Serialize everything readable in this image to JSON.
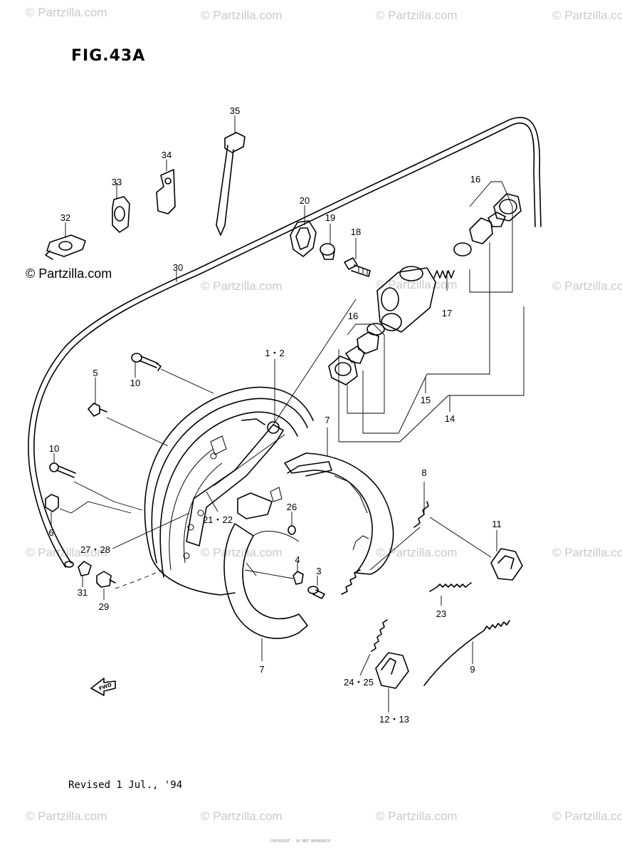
{
  "figure": {
    "title": "FIG.43A",
    "revised": "Revised 1 Jul., '94",
    "side_watermark": "© Partzilla.com",
    "bottom_copy": "COPYRIGHT · DO NOT REPRODUCE",
    "watermark_text": "© Partzilla.com",
    "fwd_label": "FWD"
  },
  "callouts": [
    {
      "id": "35",
      "text": "35"
    },
    {
      "id": "34",
      "text": "34"
    },
    {
      "id": "33",
      "text": "33"
    },
    {
      "id": "32",
      "text": "32"
    },
    {
      "id": "30",
      "text": "30"
    },
    {
      "id": "20",
      "text": "20"
    },
    {
      "id": "19",
      "text": "19"
    },
    {
      "id": "18",
      "text": "18"
    },
    {
      "id": "16a",
      "text": "16"
    },
    {
      "id": "17",
      "text": "17"
    },
    {
      "id": "16b",
      "text": "16"
    },
    {
      "id": "15",
      "text": "15"
    },
    {
      "id": "14",
      "text": "14"
    },
    {
      "id": "1-2",
      "text": "1・2"
    },
    {
      "id": "10a",
      "text": "10"
    },
    {
      "id": "5",
      "text": "5"
    },
    {
      "id": "10b",
      "text": "10"
    },
    {
      "id": "6",
      "text": "6"
    },
    {
      "id": "7a",
      "text": "7"
    },
    {
      "id": "8",
      "text": "8"
    },
    {
      "id": "11",
      "text": "11"
    },
    {
      "id": "21-22",
      "text": "21・22"
    },
    {
      "id": "26",
      "text": "26"
    },
    {
      "id": "27-28",
      "text": "27・28"
    },
    {
      "id": "4",
      "text": "4"
    },
    {
      "id": "3",
      "text": "3"
    },
    {
      "id": "31",
      "text": "31"
    },
    {
      "id": "29",
      "text": "29"
    },
    {
      "id": "23",
      "text": "23"
    },
    {
      "id": "7b",
      "text": "7"
    },
    {
      "id": "9",
      "text": "9"
    },
    {
      "id": "24-25",
      "text": "24・25"
    },
    {
      "id": "12-13",
      "text": "12・13"
    }
  ]
}
